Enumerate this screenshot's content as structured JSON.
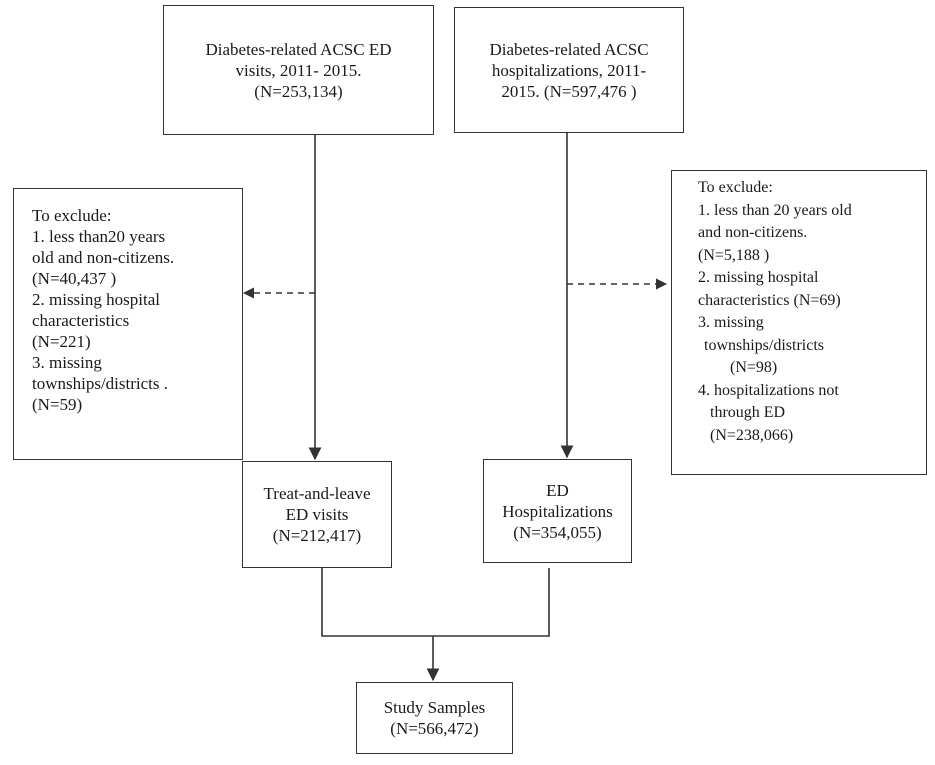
{
  "boxes": {
    "ed_visits": {
      "lines": [
        "Diabetes-related ACSC ED",
        "visits, 2011- 2015.",
        "(N=253,134)"
      ]
    },
    "hospitalizations": {
      "lines": [
        "Diabetes-related ACSC",
        "hospitalizations, 2011-",
        "2015. (N=597,476 )"
      ]
    },
    "exclude_left": {
      "lines": [
        "To exclude:",
        "1. less than20 years",
        "old and non-citizens.",
        "(N=40,437 )",
        "2. missing hospital",
        "characteristics",
        "(N=221)",
        "3. missing",
        "townships/districts  .",
        "(N=59)"
      ]
    },
    "exclude_right": {
      "lines": [
        "To exclude:",
        "1. less than 20 years old",
        "and non-citizens.",
        "(N=5,188 )",
        "2. missing hospital",
        "characteristics (N=69)",
        "3. missing",
        "townships/districts",
        "(N=98)",
        "4. hospitalizations not",
        "through ED",
        "(N=238,066)"
      ]
    },
    "treat_leave": {
      "lines": [
        "Treat-and-leave",
        "ED visits",
        "(N=212,417)"
      ]
    },
    "ed_hosp": {
      "lines": [
        "ED",
        "Hospitalizations",
        "(N=354,055)"
      ]
    },
    "study": {
      "lines": [
        "Study Samples",
        "(N=566,472)"
      ]
    }
  },
  "colors": {
    "line": "#333333",
    "text": "#1a1a1a"
  }
}
